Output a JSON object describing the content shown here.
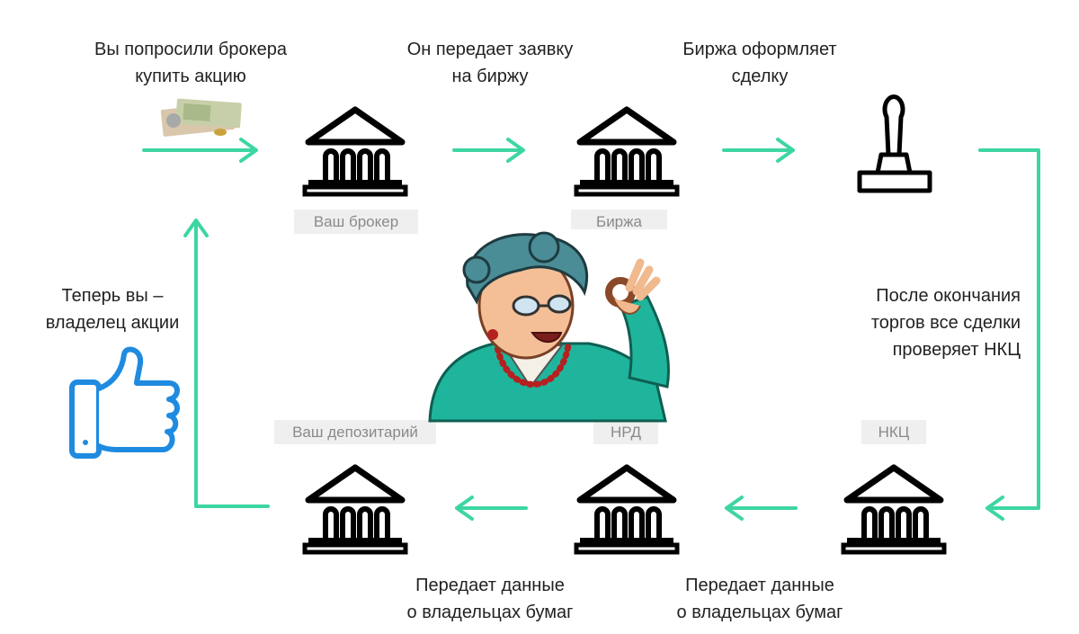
{
  "accent_color": "#3dd6a3",
  "thumb_color": "#1f8be0",
  "steps": {
    "ask_broker": [
      "Вы попросили брокера",
      "купить акцию"
    ],
    "to_exchange": [
      "Он передает заявку",
      "на биржу"
    ],
    "exchange_deal": [
      "Биржа оформляет",
      "сделку"
    ],
    "nkc_check": [
      "После окончания",
      "торгов все сделки",
      "проверяет НКЦ"
    ],
    "nkc_to_nrd": [
      "Передает данные",
      "о владельцах бумаг"
    ],
    "nrd_to_depo": [
      "Передает данные",
      "о владельцах бумаг"
    ],
    "owner": [
      "Теперь вы –",
      "владелец акции"
    ]
  },
  "labels": {
    "broker": "Ваш брокер",
    "exchange": "Биржа",
    "depository": "Ваш депозитарий",
    "nrd": "НРД",
    "nkc": "НКЦ"
  },
  "icons": [
    "money-icon",
    "bank-icon",
    "stamp-icon",
    "thumbs-up-icon",
    "grandma-illustration"
  ]
}
